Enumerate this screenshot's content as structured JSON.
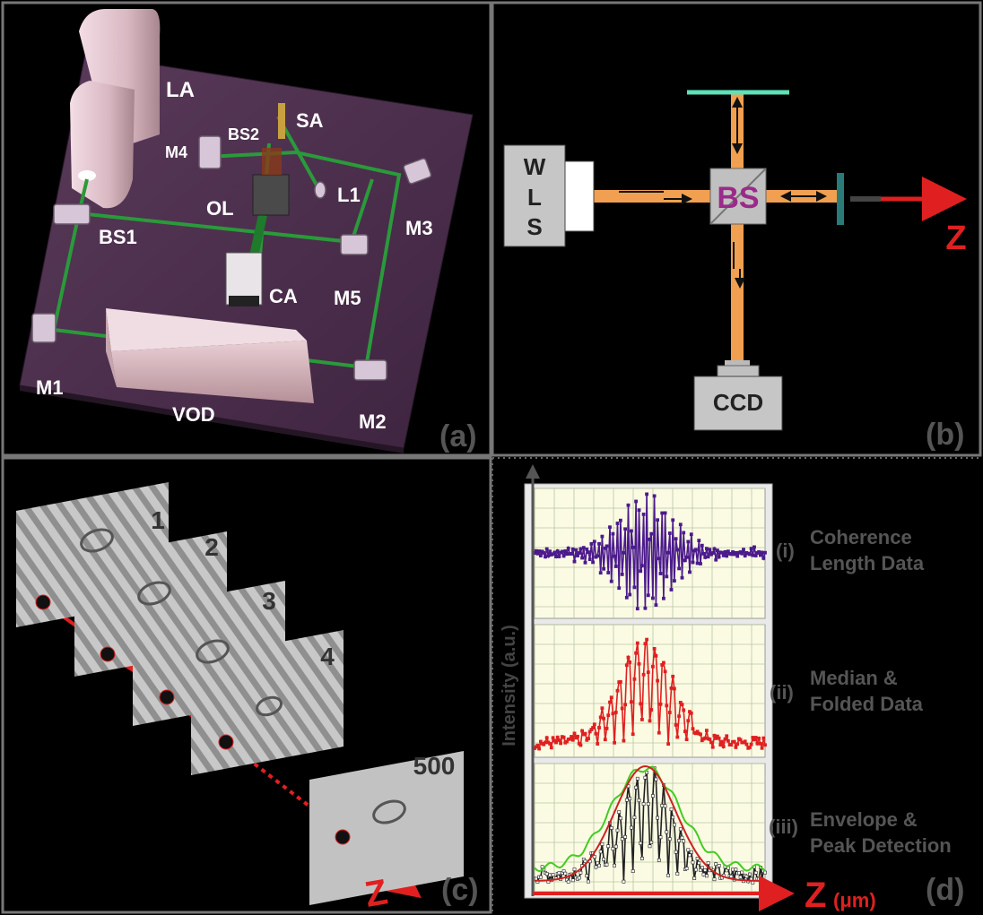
{
  "panel_a": {
    "letter": "(a)",
    "labels": {
      "LA": "LA",
      "SA": "SA",
      "BS2": "BS2",
      "M4": "M4",
      "L1": "L1",
      "OL": "OL",
      "M3": "M3",
      "BS1": "BS1",
      "M5": "M5",
      "CA": "CA",
      "M1": "M1",
      "VOD": "VOD",
      "M2": "M2"
    }
  },
  "panel_b": {
    "letter": "(b)",
    "wls": [
      "W",
      "L",
      "S"
    ],
    "bs": "BS",
    "ccd": "CCD",
    "z": "Z"
  },
  "panel_c": {
    "letter": "(c)",
    "frames": [
      "1",
      "2",
      "3",
      "4",
      "500"
    ],
    "z": "Z"
  },
  "panel_d": {
    "letter": "(d)",
    "ylabel": "Intensity (a.u.)",
    "xlabel_main": "Z",
    "xlabel_unit": "(μm)",
    "subplots": [
      {
        "tag": "(i)",
        "line1": "Coherence",
        "line2": "Length Data",
        "color": "#4b1a8c"
      },
      {
        "tag": "(ii)",
        "line1": "Median &",
        "line2": "Folded Data",
        "color": "#e02020"
      },
      {
        "tag": "(iii)",
        "line1": "Envelope &",
        "line2": "Peak Detection",
        "color": "#222222"
      }
    ],
    "colors": {
      "envelope_fit": "#cc2222",
      "envelope_smooth": "#44cc22"
    }
  }
}
